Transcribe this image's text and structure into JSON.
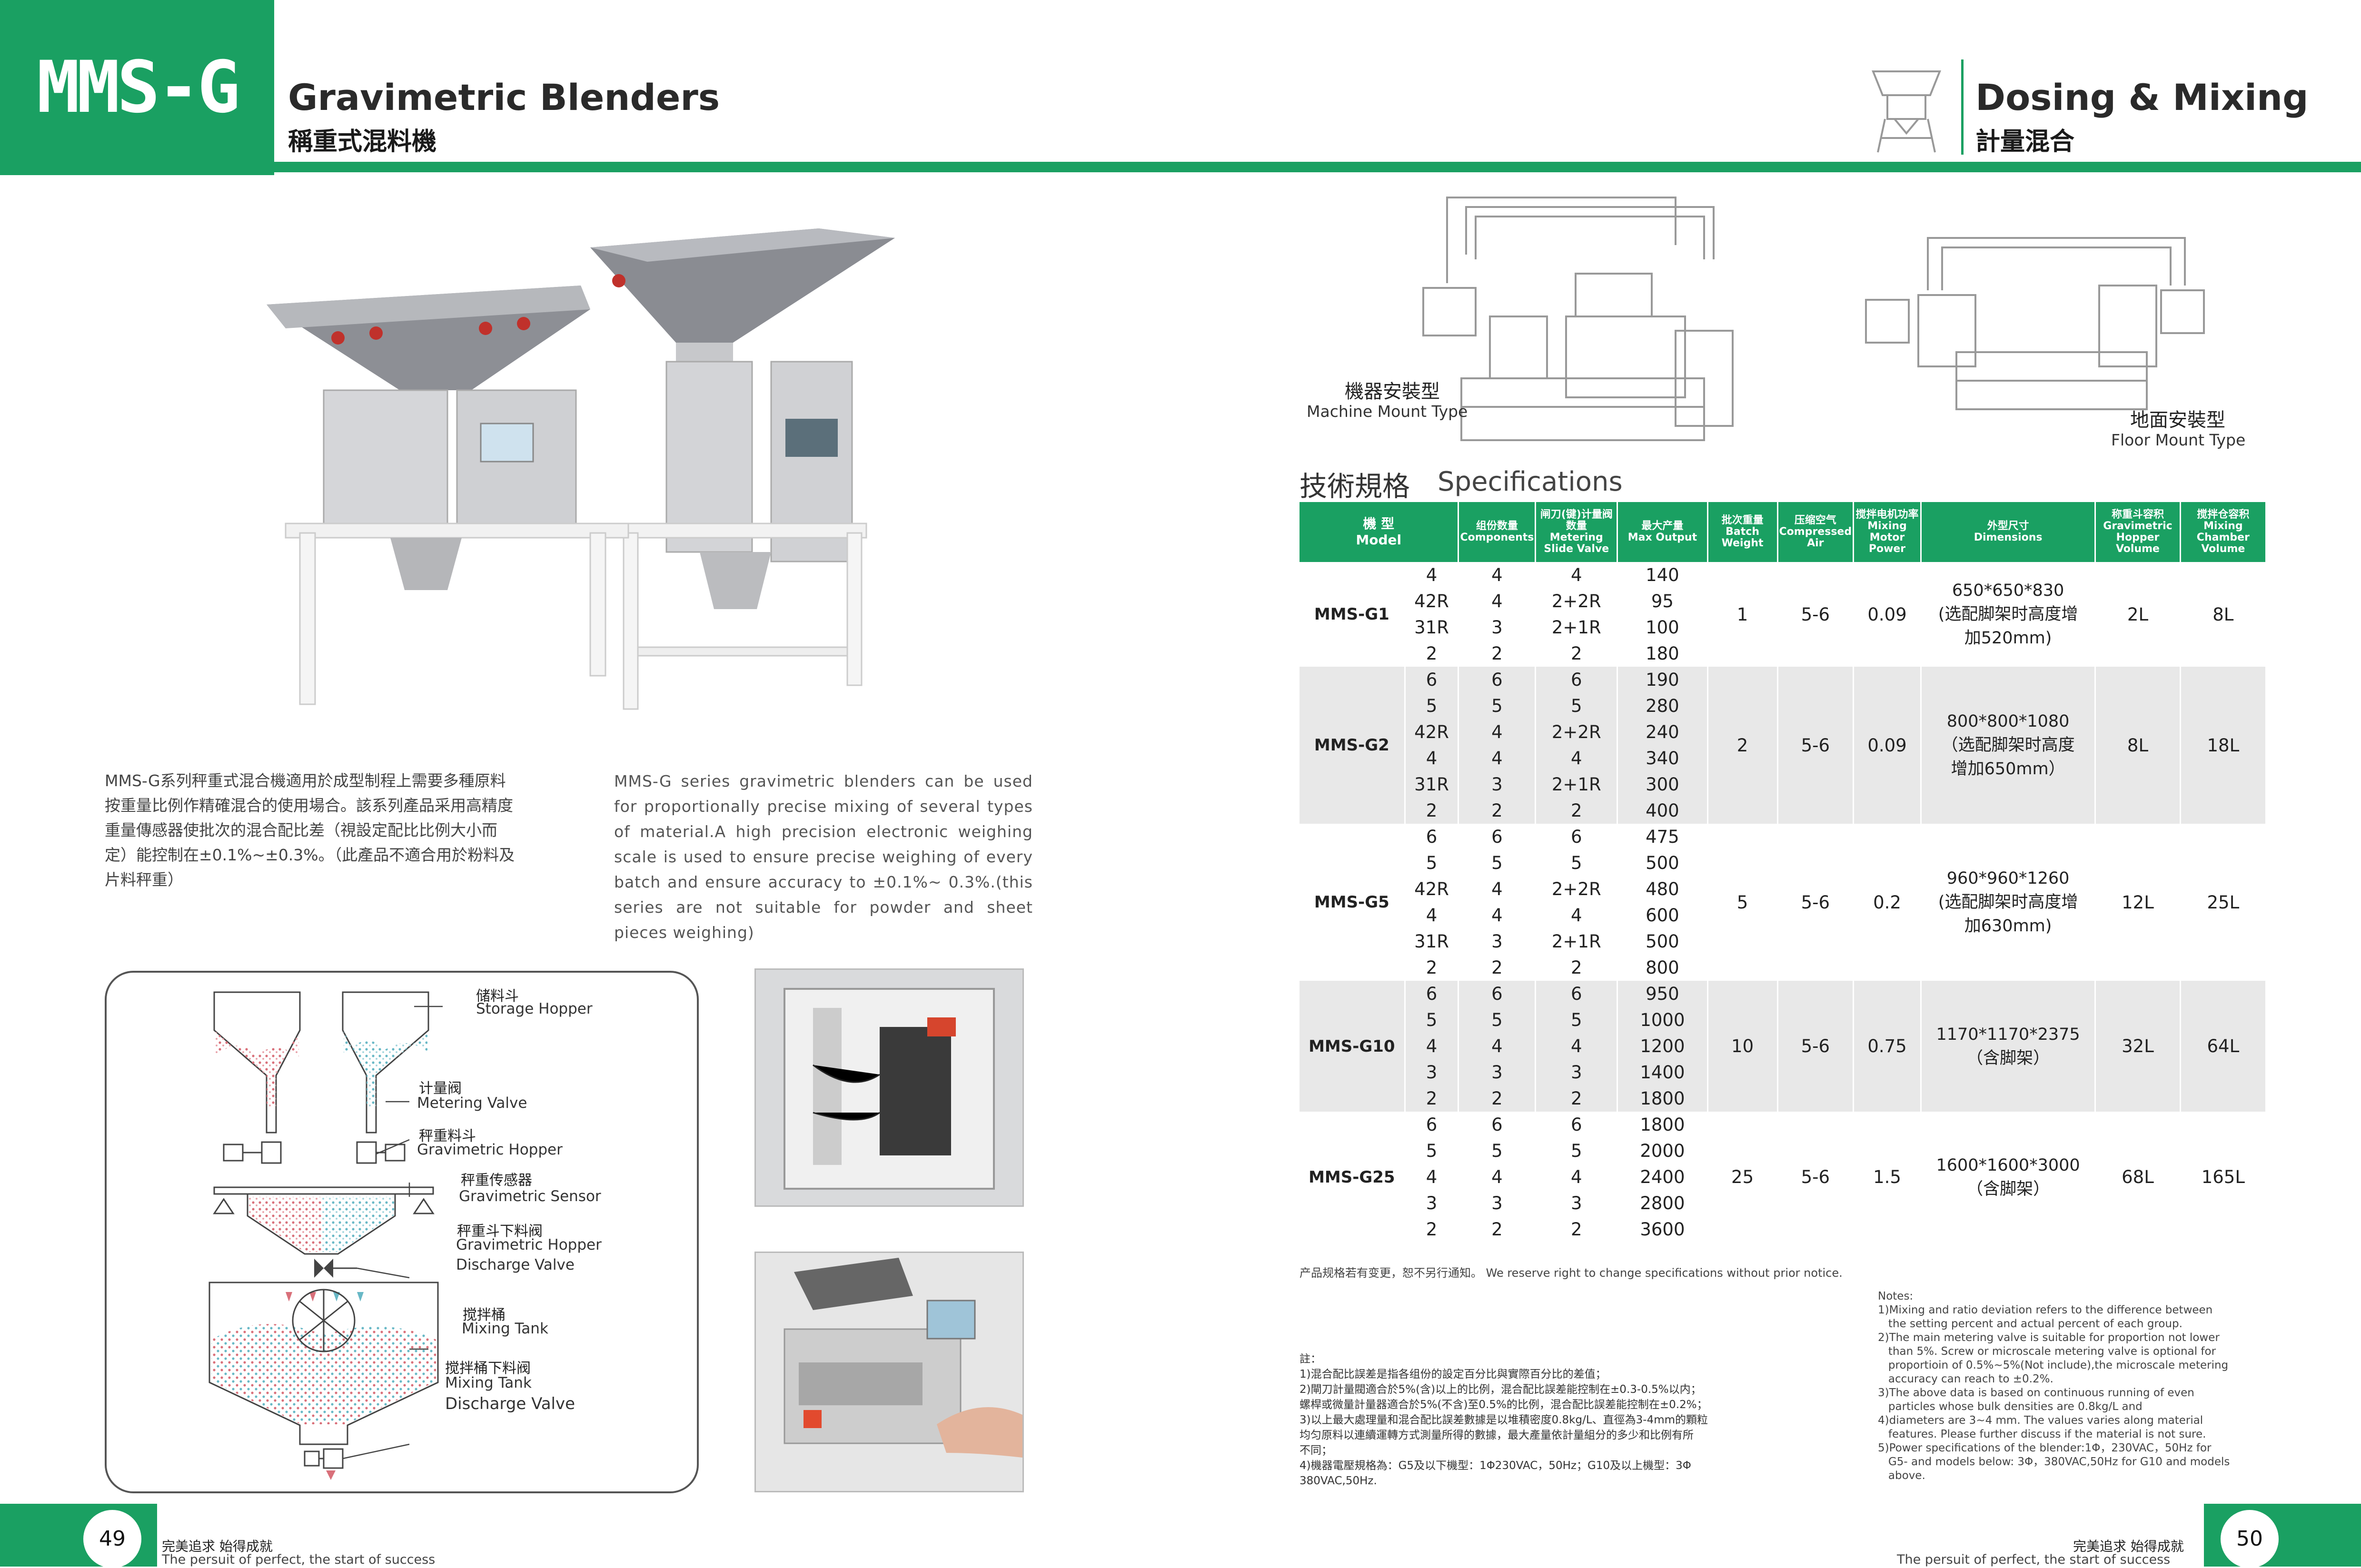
{
  "header": {
    "brand": "MMS-G",
    "title_en": "Gravimetric Blenders",
    "title_cn": "稱重式混料機",
    "section_en": "Dosing & Mixing",
    "section_cn": "計量混合"
  },
  "intro": {
    "cn": "MMS-G系列秤重式混合機適用於成型制程上需要多種原料按重量比例作精確混合的使用場合。該系列產品采用高精度重量傳感器使批次的混合配比差（視設定配比比例大小而定）能控制在±0.1%~±0.3%。（此產品不適合用於粉料及片料秤重）",
    "en": "MMS-G series gravimetric blenders can be used for proportionally precise mixing of several types of material.A high precision electronic weighing scale is used to ensure precise weighing of every batch and ensure accuracy to ±0.1%~ 0.3%.(this series are not suitable for powder and sheet pieces weighing)"
  },
  "diagram": {
    "labels": [
      {
        "cn": "储料斗",
        "en": "Storage Hopper"
      },
      {
        "cn": "计量阀",
        "en": "Metering Valve"
      },
      {
        "cn": "秤重料斗",
        "en": "Gravimetric Hopper"
      },
      {
        "cn": "秤重传感器",
        "en": "Gravimetric Sensor"
      },
      {
        "cn": "秤重斗下料阀",
        "en": "Gravimetric Hopper"
      },
      {
        "cn": "",
        "en": "Discharge Valve"
      },
      {
        "cn": "搅拌桶",
        "en": "Mixing Tank"
      },
      {
        "cn": "搅拌桶下料阀",
        "en": "Mixing Tank"
      },
      {
        "cn": "",
        "en": "Discharge Valve"
      }
    ]
  },
  "installation": {
    "machine_cn": "機器安裝型",
    "machine_en": "Machine Mount Type",
    "floor_cn": "地面安裝型",
    "floor_en": "Floor Mount Type"
  },
  "spec": {
    "title_cn": "技術規格",
    "title_en": "Specifications",
    "headers": {
      "model": "機 型\nModel",
      "components": "组份数量\nComponents",
      "valve": "闸刀(键)计量阀数量\nMetering Slide Valve",
      "output": "最大产量\nMax Output",
      "batch": "批次重量\nBatch Weight",
      "air": "压缩空气\nCompressed Air",
      "power": "搅拌电机功率\nMixing Motor Power",
      "dim": "外型尺寸\nDimensions",
      "hopper": "称重斗容积\nGravimetric Hopper Volume",
      "chamber": "搅拌仓容积\nMixing Chamber Volume"
    },
    "groups": [
      {
        "model": "MMS-G1",
        "batch": "1",
        "air": "5-6",
        "power": "0.09",
        "dim": [
          "650*650*830",
          "(选配脚架时高度增",
          "加520mm)"
        ],
        "hopper": "2L",
        "chamber": "8L",
        "rows": [
          [
            "4",
            "4",
            "4",
            "140"
          ],
          [
            "42R",
            "4",
            "2+2R",
            "95"
          ],
          [
            "31R",
            "3",
            "2+1R",
            "100"
          ],
          [
            "2",
            "2",
            "2",
            "180"
          ]
        ]
      },
      {
        "model": "MMS-G2",
        "batch": "2",
        "air": "5-6",
        "power": "0.09",
        "dim": [
          "800*800*1080",
          "（选配脚架时高度",
          "增加650mm）"
        ],
        "hopper": "8L",
        "chamber": "18L",
        "rows": [
          [
            "6",
            "6",
            "6",
            "190"
          ],
          [
            "5",
            "5",
            "5",
            "280"
          ],
          [
            "42R",
            "4",
            "2+2R",
            "240"
          ],
          [
            "4",
            "4",
            "4",
            "340"
          ],
          [
            "31R",
            "3",
            "2+1R",
            "300"
          ],
          [
            "2",
            "2",
            "2",
            "400"
          ]
        ]
      },
      {
        "model": "MMS-G5",
        "batch": "5",
        "air": "5-6",
        "power": "0.2",
        "dim": [
          "960*960*1260",
          "(选配脚架时高度增",
          "加630mm)"
        ],
        "hopper": "12L",
        "chamber": "25L",
        "rows": [
          [
            "6",
            "6",
            "6",
            "475"
          ],
          [
            "5",
            "5",
            "5",
            "500"
          ],
          [
            "42R",
            "4",
            "2+2R",
            "480"
          ],
          [
            "4",
            "4",
            "4",
            "600"
          ],
          [
            "31R",
            "3",
            "2+1R",
            "500"
          ],
          [
            "2",
            "2",
            "2",
            "800"
          ]
        ]
      },
      {
        "model": "MMS-G10",
        "batch": "10",
        "air": "5-6",
        "power": "0.75",
        "dim": [
          "1170*1170*2375",
          "（含脚架）"
        ],
        "hopper": "32L",
        "chamber": "64L",
        "rows": [
          [
            "6",
            "6",
            "6",
            "950"
          ],
          [
            "5",
            "5",
            "5",
            "1000"
          ],
          [
            "4",
            "4",
            "4",
            "1200"
          ],
          [
            "3",
            "3",
            "3",
            "1400"
          ],
          [
            "2",
            "2",
            "2",
            "1800"
          ]
        ]
      },
      {
        "model": "MMS-G25",
        "batch": "25",
        "air": "5-6",
        "power": "1.5",
        "dim": [
          "1600*1600*3000",
          "（含脚架）"
        ],
        "hopper": "68L",
        "chamber": "165L",
        "rows": [
          [
            "6",
            "6",
            "6",
            "1800"
          ],
          [
            "5",
            "5",
            "5",
            "2000"
          ],
          [
            "4",
            "4",
            "4",
            "2400"
          ],
          [
            "3",
            "3",
            "3",
            "2800"
          ],
          [
            "2",
            "2",
            "2",
            "3600"
          ]
        ]
      }
    ]
  },
  "notice": "产品规格若有变更，恕不另行通知。 We reserve right to change specifications without prior notice.",
  "notes_cn": [
    "註：",
    "1)混合配比誤差是指各组份的設定百分比與實際百分比的差值；",
    "2)閘刀計量閥適合於5%(含)以上的比例，混合配比誤差能控制在±0.3-0.5%以内；",
    "螺桿或微量計量器適合於5%(不含)至0.5%的比例，混合配比誤差能控制在±0.2%；",
    "3)以上最大處理量和混合配比誤差數據是以堆積密度0.8kg/L、直徑為3-4mm的顆粒",
    "均匀原料以連續運轉方式測量所得的數據，最大產量依計量組分的多少和比例有所",
    "不同；",
    "4)機器電壓規格為：G5及以下機型：1Φ230VAC，50Hz；G10及以上機型：3Φ",
    "380VAC,50Hz."
  ],
  "notes_en": [
    "Notes:",
    "1)Mixing and ratio deviation refers to the difference between",
    "   the setting percent and actual percent of each group.",
    "2)The main metering valve is suitable for proportion not lower",
    "   than 5%. Screw or microscale metering valve is optional for",
    "   proportioin of 0.5%~5%(Not include),the microscale metering",
    "   accuracy can reach to ±0.2%.",
    "3)The above data is based on continuous running of even",
    "   particles whose bulk densities are 0.8kg/L and",
    "4)diameters are 3~4 mm. The values varies along material",
    "   features. Please further discuss if the material is not sure.",
    "5)Power specifications of the blender:1Φ，230VAC，50Hz for",
    "   G5- and models below: 3Φ，380VAC,50Hz for G10 and models",
    "   above."
  ],
  "footer": {
    "page_left": "49",
    "page_right": "50",
    "slogan_cn": "完美追求 始得成就",
    "slogan_en": "The persuit of perfect, the start of success"
  },
  "colors": {
    "accent": "#1aa062",
    "row_shade": "#e8e8e8"
  }
}
